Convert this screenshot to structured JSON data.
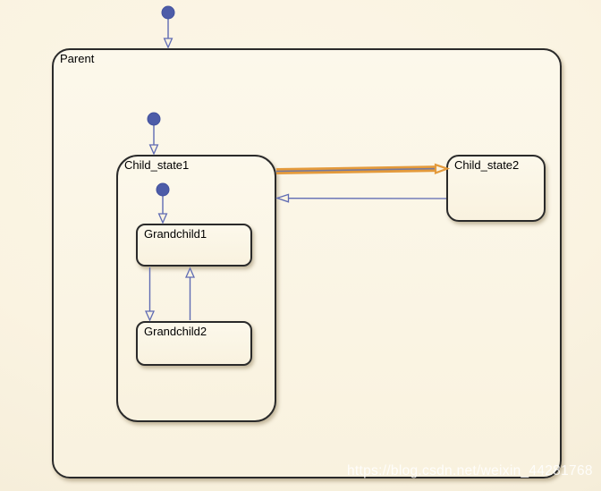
{
  "diagram": {
    "type": "stateflow-state-chart",
    "states": {
      "parent": {
        "label": "Parent"
      },
      "child1": {
        "label": "Child_state1"
      },
      "child2": {
        "label": "Child_state2"
      },
      "grandchild1": {
        "label": "Grandchild1"
      },
      "grandchild2": {
        "label": "Grandchild2"
      }
    },
    "transitions": [
      {
        "from": "initial",
        "to": "Parent",
        "kind": "default",
        "highlighted": false
      },
      {
        "from": "initial",
        "to": "Child_state1",
        "kind": "default",
        "highlighted": false
      },
      {
        "from": "initial",
        "to": "Grandchild1",
        "kind": "default",
        "highlighted": false
      },
      {
        "from": "Child_state1",
        "to": "Child_state2",
        "kind": "transition",
        "highlighted": true
      },
      {
        "from": "Child_state2",
        "to": "Child_state1",
        "kind": "transition",
        "highlighted": false
      },
      {
        "from": "Grandchild1",
        "to": "Grandchild2",
        "kind": "transition",
        "highlighted": false
      },
      {
        "from": "Grandchild2",
        "to": "Grandchild1",
        "kind": "transition",
        "highlighted": false
      }
    ]
  },
  "colors": {
    "transition_blue": "#5F6BB3",
    "default_node_fill": "#4D5CA8",
    "default_node_stroke": "#42519E",
    "highlight_orange": "#E49A3B",
    "highlight_core": "#75799C",
    "arrowhead_fill": "#FAF3E1",
    "state_border": "#2A2A2A",
    "state_fill": "#FBF5E4",
    "canvas_bg": "#F9F2E0"
  },
  "watermark": {
    "text": "https://blog.csdn.net/weixin_44281768"
  }
}
